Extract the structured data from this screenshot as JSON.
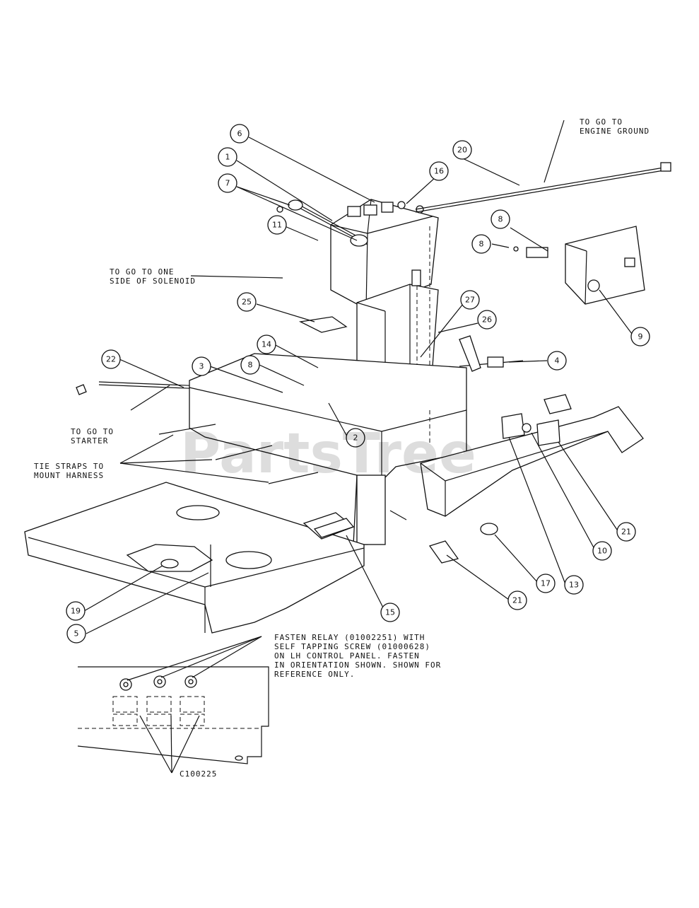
{
  "watermark": "PartsTree",
  "notes": {
    "engine_ground": [
      "TO GO TO",
      "ENGINE GROUND"
    ],
    "solenoid": [
      "TO GO TO ONE",
      "SIDE OF SOLENOID"
    ],
    "starter": [
      "TO GO TO",
      "STARTER"
    ],
    "tie_straps": [
      "TIE STRAPS TO",
      "MOUNT HARNESS"
    ],
    "relay_note": [
      "FASTEN RELAY (01002251) WITH",
      "SELF TAPPING SCREW (01000628)",
      "ON LH CONTROL PANEL. FASTEN",
      "IN ORIENTATION SHOWN. SHOWN FOR",
      "REFERENCE ONLY."
    ],
    "relay_part": "C100225"
  },
  "callouts": [
    "6",
    "1",
    "7",
    "11",
    "16",
    "20",
    "8",
    "8",
    "9",
    "25",
    "27",
    "26",
    "22",
    "3",
    "8",
    "14",
    "4",
    "2",
    "21",
    "10",
    "13",
    "17",
    "21",
    "15",
    "19",
    "5"
  ],
  "colors": {
    "ink": "#111111",
    "paper": "#ffffff"
  }
}
